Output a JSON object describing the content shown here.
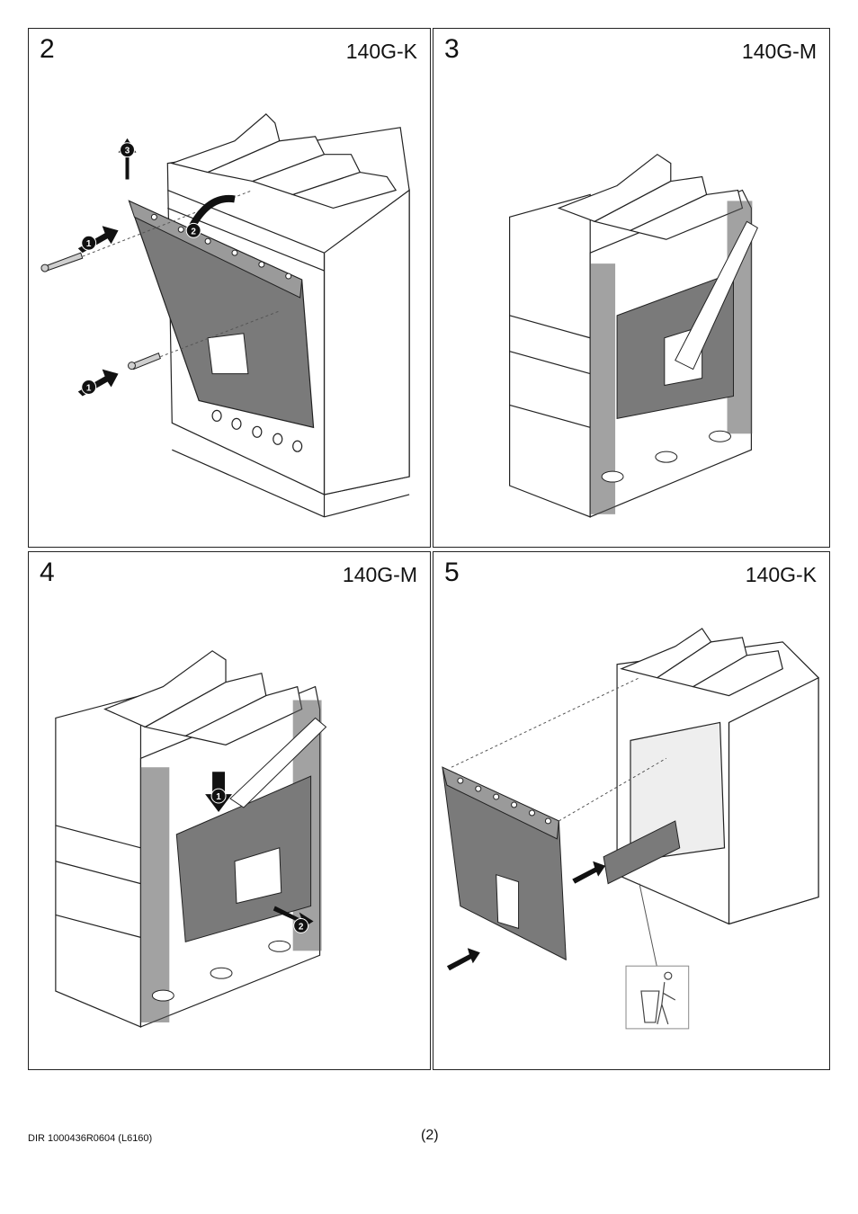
{
  "panels": [
    {
      "step": "2",
      "model": "140G-K"
    },
    {
      "step": "3",
      "model": "140G-M"
    },
    {
      "step": "4",
      "model": "140G-M"
    },
    {
      "step": "5",
      "model": "140G-K"
    }
  ],
  "callouts": {
    "one": "1",
    "two": "2",
    "three": "3"
  },
  "footer": {
    "doc_id": "DIR 1000436R0604 (L6160)",
    "page": "(2)"
  },
  "colors": {
    "cover": "#7a7a7a",
    "outline": "#222222",
    "body": "#ffffff",
    "shade": "#cfcfcf"
  }
}
